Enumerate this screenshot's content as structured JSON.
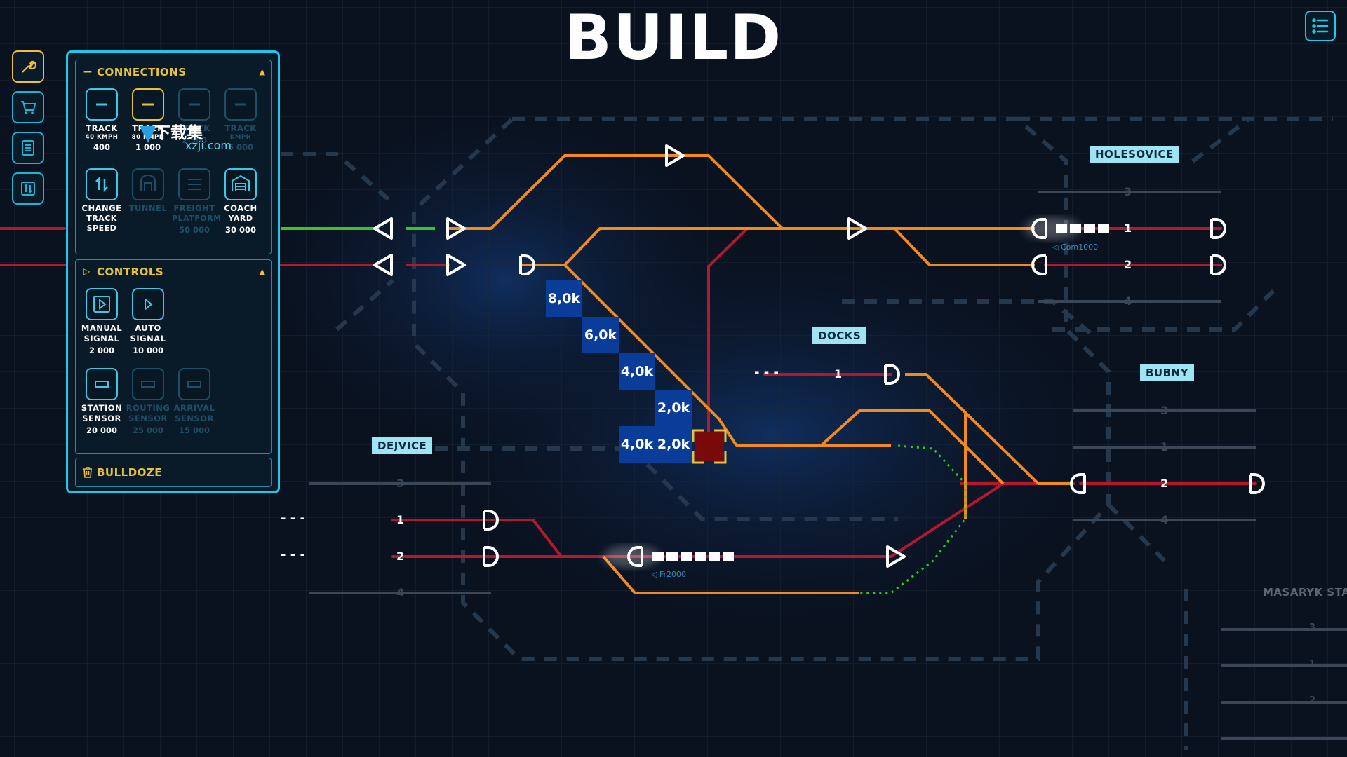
{
  "title": "Build",
  "sidebar": [
    {
      "name": "wrench-icon",
      "active": true
    },
    {
      "name": "cart-icon",
      "active": false
    },
    {
      "name": "list-icon",
      "active": false
    },
    {
      "name": "swap-icon",
      "active": false
    }
  ],
  "panel": {
    "connections": {
      "title": "Connections",
      "items": [
        {
          "name": "Track",
          "sub": "40 kmph",
          "price": "400",
          "icon": "track-icon",
          "state": "normal"
        },
        {
          "name": "Track",
          "sub": "80 kmph",
          "price": "1 000",
          "icon": "track-icon",
          "state": "selected"
        },
        {
          "name": "Track",
          "sub": "",
          "price": "2 500",
          "icon": "track-icon",
          "state": "disabled"
        },
        {
          "name": "Track",
          "sub": "kmph",
          "price": "5 000",
          "icon": "track-icon",
          "state": "disabled"
        },
        {
          "name": "Change",
          "sub": "track speed",
          "price": "",
          "icon": "speed-arrows-icon",
          "state": "normal"
        },
        {
          "name": "Tunnel",
          "sub": "",
          "price": "",
          "icon": "tunnel-icon",
          "state": "disabled"
        },
        {
          "name": "Freight",
          "sub": "Platform",
          "price": "50 000",
          "icon": "platform-icon",
          "state": "disabled"
        },
        {
          "name": "Coach",
          "sub": "Yard",
          "price": "30 000",
          "icon": "garage-icon",
          "state": "normal"
        }
      ]
    },
    "controls": {
      "title": "Controls",
      "items": [
        {
          "name": "Manual",
          "sub": "Signal",
          "price": "2 000",
          "icon": "manual-signal-icon",
          "state": "normal"
        },
        {
          "name": "Auto",
          "sub": "Signal",
          "price": "10 000",
          "icon": "auto-signal-icon",
          "state": "normal"
        },
        {
          "name": "Station",
          "sub": "Sensor",
          "price": "20 000",
          "icon": "station-sensor-icon",
          "state": "normal"
        },
        {
          "name": "Routing",
          "sub": "Sensor",
          "price": "25 000",
          "icon": "routing-sensor-icon",
          "state": "disabled"
        },
        {
          "name": "Arrival",
          "sub": "Sensor",
          "price": "15 000",
          "icon": "arrival-sensor-icon",
          "state": "disabled"
        }
      ]
    },
    "bulldoze": "Bulldoze"
  },
  "stations": {
    "holesovice": "Holesovice",
    "docks": "Docks",
    "bubny": "Bubny",
    "dejvice": "Dejvice",
    "masaryk": "Masaryk Stati"
  },
  "costs": [
    "8,0k",
    "6,0k",
    "4,0k",
    "2,0k",
    "4,0k",
    "2,0k"
  ],
  "tracks": {
    "holesovice": [
      "3",
      "1",
      "2",
      "4"
    ],
    "docks": [
      "1"
    ],
    "bubny": [
      "3",
      "1",
      "2",
      "4"
    ],
    "dejvice": [
      "3",
      "1",
      "2",
      "4"
    ],
    "masaryk": [
      "3",
      "1",
      "2"
    ]
  },
  "trains": {
    "com": "Com1000",
    "fr": "Fr2000"
  },
  "watermark": {
    "cn": "下载集",
    "url": "xzji.com"
  },
  "colors": {
    "accent": "#22c7e8",
    "highlight": "#e8c23a",
    "track_orange": "#f28a1e",
    "track_red": "#b5172f",
    "track_green": "#3ac42a",
    "background": "#0a1220"
  }
}
